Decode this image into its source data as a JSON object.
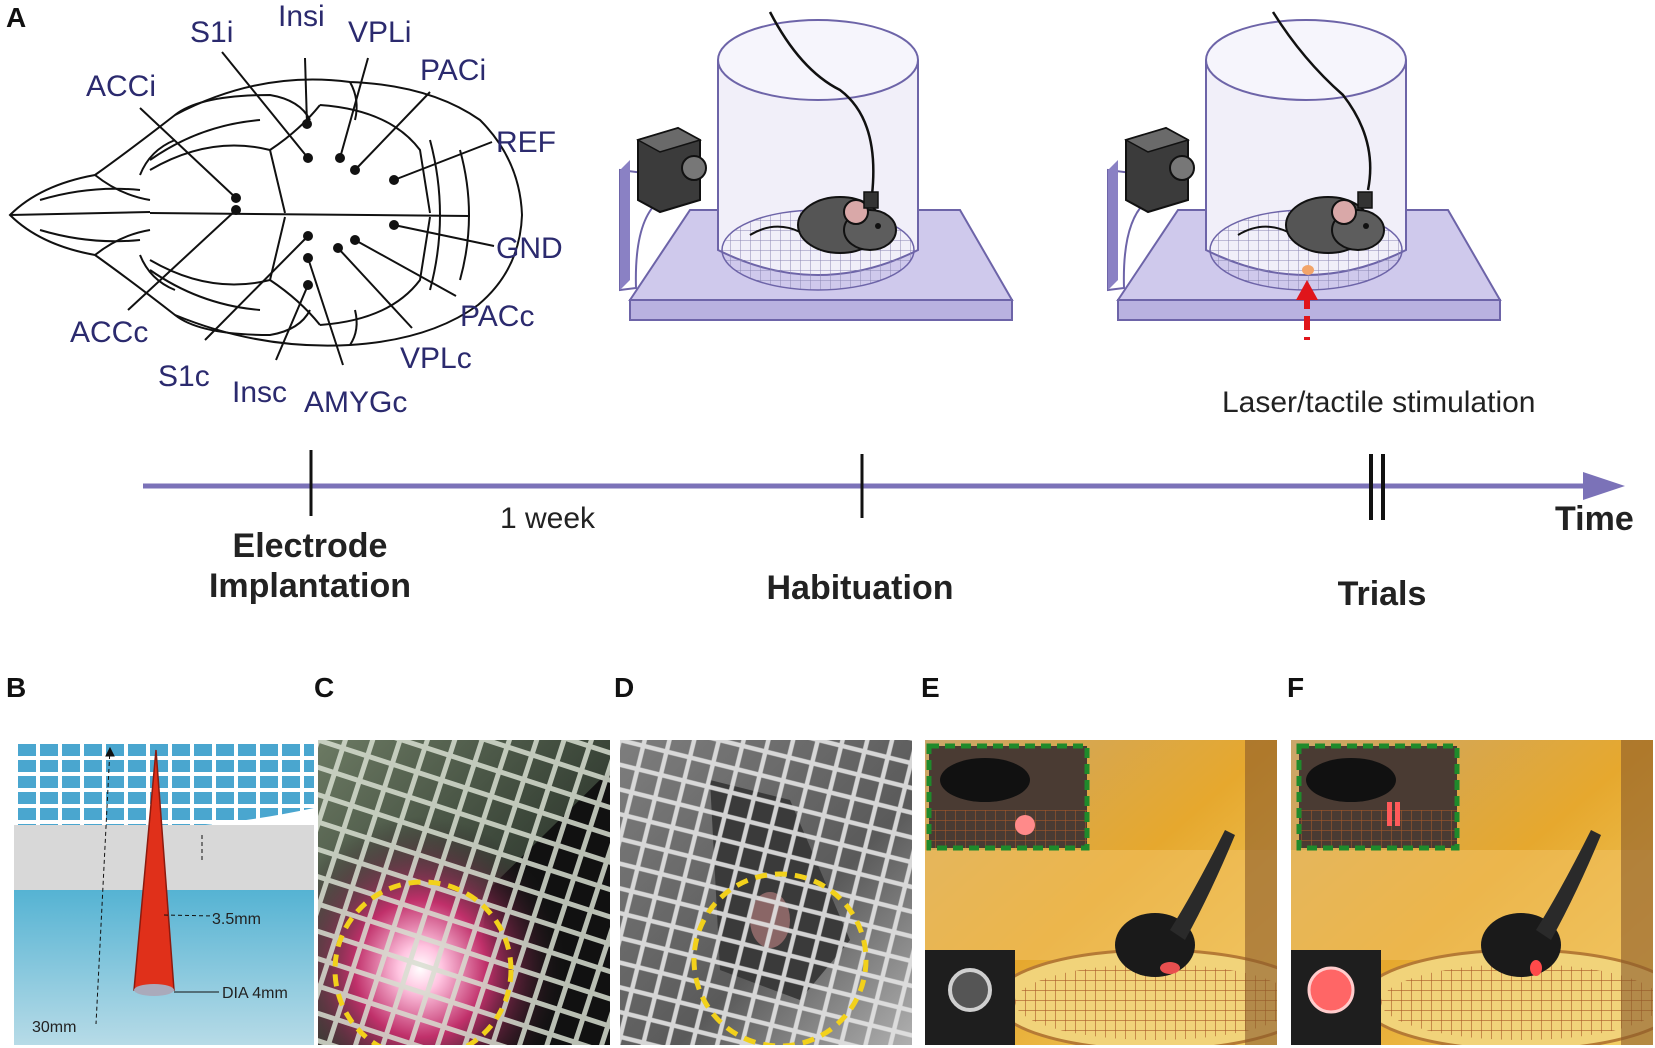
{
  "panels": {
    "a": "A",
    "b": "B",
    "c": "C",
    "d": "D",
    "e": "E",
    "f": "F"
  },
  "brain_regions": {
    "s1i": "S1i",
    "insi": "Insi",
    "vpli": "VPLi",
    "acci": "ACCi",
    "paci": "PACi",
    "ref": "REF",
    "gnd": "GND",
    "pacc": "PACc",
    "accc": "ACCc",
    "vplc": "VPLc",
    "s1c": "S1c",
    "insc": "Insc",
    "amygc": "AMYGc"
  },
  "stimulation_label": "Laser/tactile stimulation",
  "timeline": {
    "interval": "1 week",
    "time": "Time",
    "electrode_line1": "Electrode",
    "electrode_line2": "Implantation",
    "habituation": "Habituation",
    "trials": "Trials"
  },
  "probe_dimensions": {
    "width": "3.5mm",
    "length": "30mm",
    "diameter": "DIA 4mm"
  },
  "colors": {
    "label_blue": "#2b2a6e",
    "timeline": "#7b72b8",
    "laser_red": "#e0151b",
    "circle_yellow": "#f2d11b",
    "inset_green": "#1f8a2b"
  }
}
